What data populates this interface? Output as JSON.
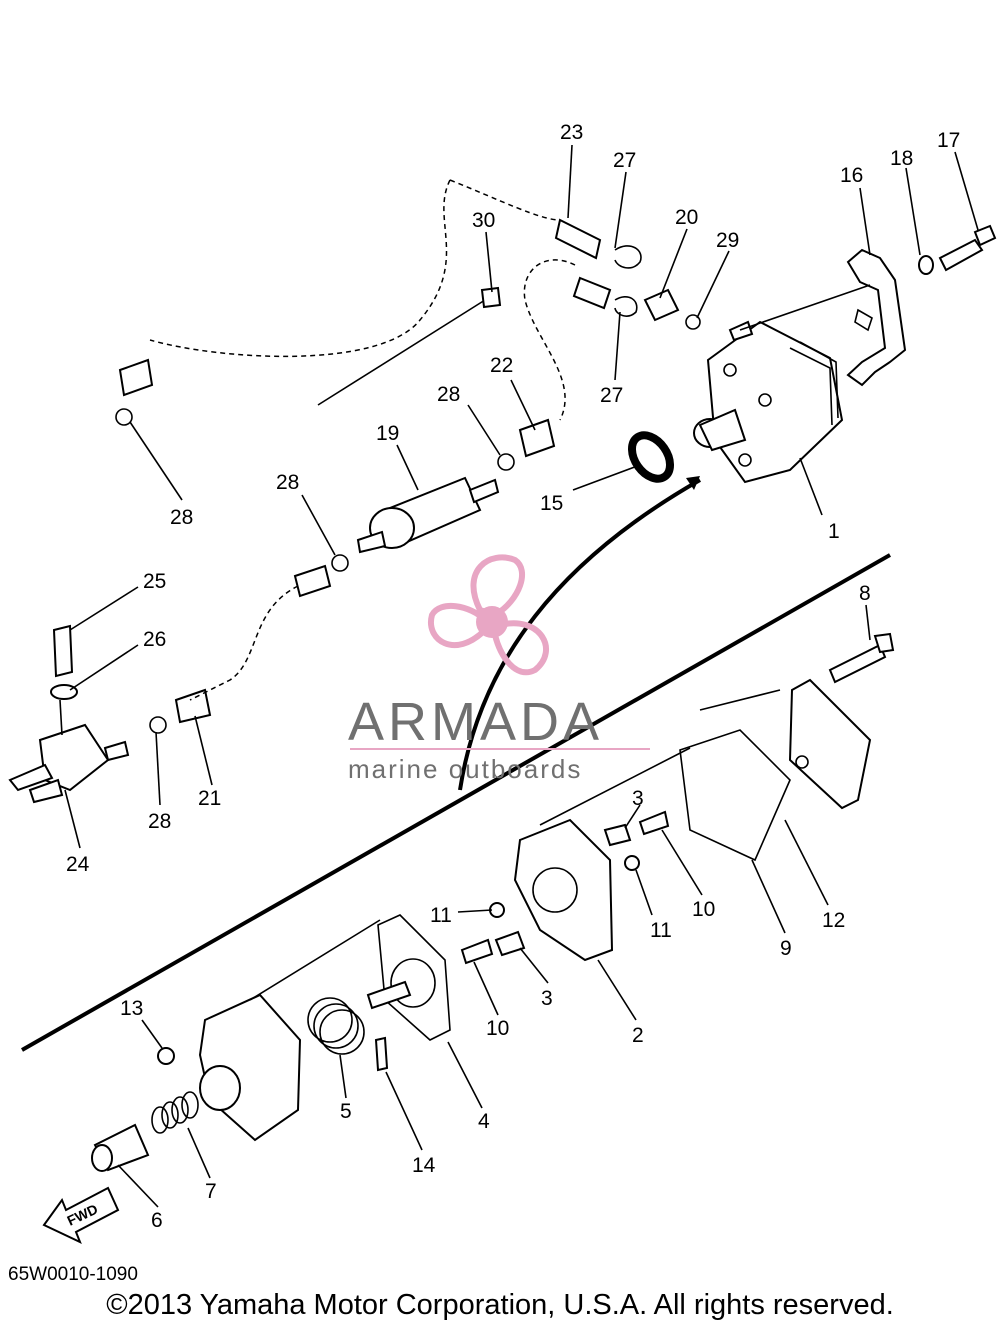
{
  "diagram": {
    "part_labels": [
      "1",
      "2",
      "3",
      "3",
      "4",
      "5",
      "6",
      "7",
      "8",
      "9",
      "10",
      "10",
      "11",
      "11",
      "12",
      "13",
      "14",
      "15",
      "16",
      "17",
      "18",
      "19",
      "20",
      "21",
      "22",
      "23",
      "24",
      "25",
      "26",
      "27",
      "27",
      "28",
      "28",
      "28",
      "28",
      "29",
      "30"
    ],
    "fwd_label": "FWD"
  },
  "watermark": {
    "name": "ARMADA",
    "tagline": "marine outboards",
    "logo_color": "#e8a6c4",
    "text_color": "#707070"
  },
  "footer": {
    "doc_id": "65W0010-1090",
    "copyright": "©2013 Yamaha Motor Corporation, U.S.A. All rights reserved."
  }
}
